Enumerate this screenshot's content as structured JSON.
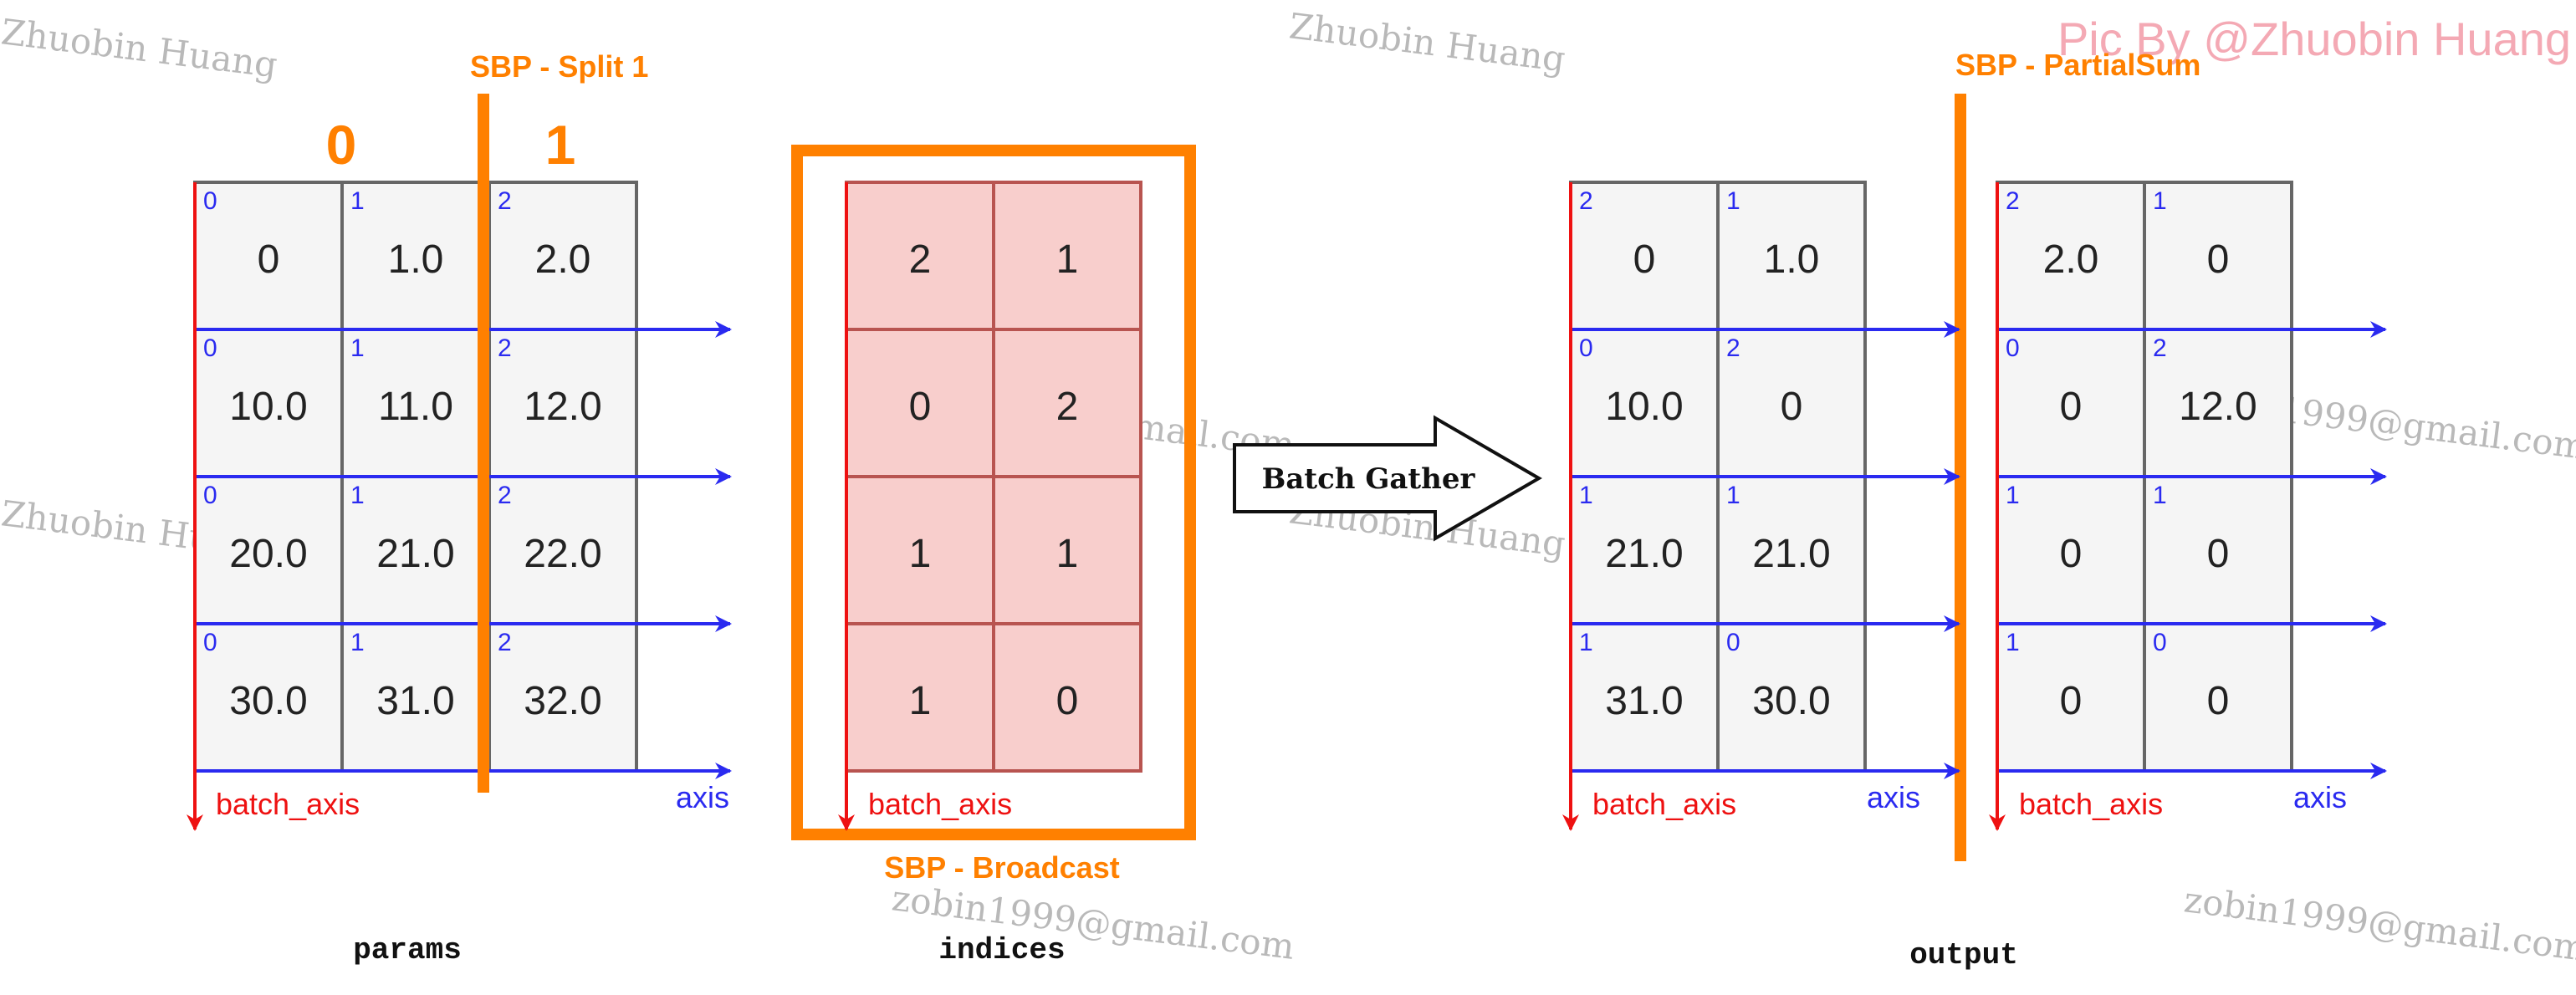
{
  "params": {
    "caption": "params",
    "sbp_label": "SBP - Split 1",
    "part_labels": [
      "0",
      "1"
    ],
    "cells": [
      [
        {
          "v": "0",
          "i": "0"
        },
        {
          "v": "1.0",
          "i": "1"
        },
        {
          "v": "2.0",
          "i": "2"
        }
      ],
      [
        {
          "v": "10.0",
          "i": "0"
        },
        {
          "v": "11.0",
          "i": "1"
        },
        {
          "v": "12.0",
          "i": "2"
        }
      ],
      [
        {
          "v": "20.0",
          "i": "0"
        },
        {
          "v": "21.0",
          "i": "1"
        },
        {
          "v": "22.0",
          "i": "2"
        }
      ],
      [
        {
          "v": "30.0",
          "i": "0"
        },
        {
          "v": "31.0",
          "i": "1"
        },
        {
          "v": "32.0",
          "i": "2"
        }
      ]
    ],
    "batch_axis_label": "batch_axis",
    "axis_label": "axis"
  },
  "indices": {
    "caption": "indices",
    "sbp_label": "SBP - Broadcast",
    "cells": [
      [
        "2",
        "1"
      ],
      [
        "0",
        "2"
      ],
      [
        "1",
        "1"
      ],
      [
        "1",
        "0"
      ]
    ],
    "batch_axis_label": "batch_axis"
  },
  "operation": {
    "label": "Batch Gather"
  },
  "output": {
    "caption": "output",
    "sbp_label": "SBP - PartialSum",
    "left": {
      "cells": [
        [
          {
            "v": "0",
            "i": "2"
          },
          {
            "v": "1.0",
            "i": "1"
          }
        ],
        [
          {
            "v": "10.0",
            "i": "0"
          },
          {
            "v": "0",
            "i": "2"
          }
        ],
        [
          {
            "v": "21.0",
            "i": "1"
          },
          {
            "v": "21.0",
            "i": "1"
          }
        ],
        [
          {
            "v": "31.0",
            "i": "1"
          },
          {
            "v": "30.0",
            "i": "0"
          }
        ]
      ],
      "batch_axis_label": "batch_axis",
      "axis_label": "axis"
    },
    "right": {
      "cells": [
        [
          {
            "v": "2.0",
            "i": "2"
          },
          {
            "v": "0",
            "i": "1"
          }
        ],
        [
          {
            "v": "0",
            "i": "0"
          },
          {
            "v": "12.0",
            "i": "2"
          }
        ],
        [
          {
            "v": "0",
            "i": "1"
          },
          {
            "v": "0",
            "i": "1"
          }
        ],
        [
          {
            "v": "0",
            "i": "1"
          },
          {
            "v": "0",
            "i": "0"
          }
        ]
      ],
      "batch_axis_label": "batch_axis",
      "axis_label": "axis"
    }
  },
  "watermarks": {
    "author": "Zhuobin Huang",
    "email": "zobin1999@gmail.com",
    "credit": "Pic By @Zhuobin Huang"
  },
  "colors": {
    "sbp_orange": "#ff8000",
    "batch_axis_red": "#ee1111",
    "axis_blue": "#2a2af0",
    "grid_fill": "#f5f5f5",
    "indices_fill": "#f8cecc",
    "indices_border": "#b85450"
  }
}
